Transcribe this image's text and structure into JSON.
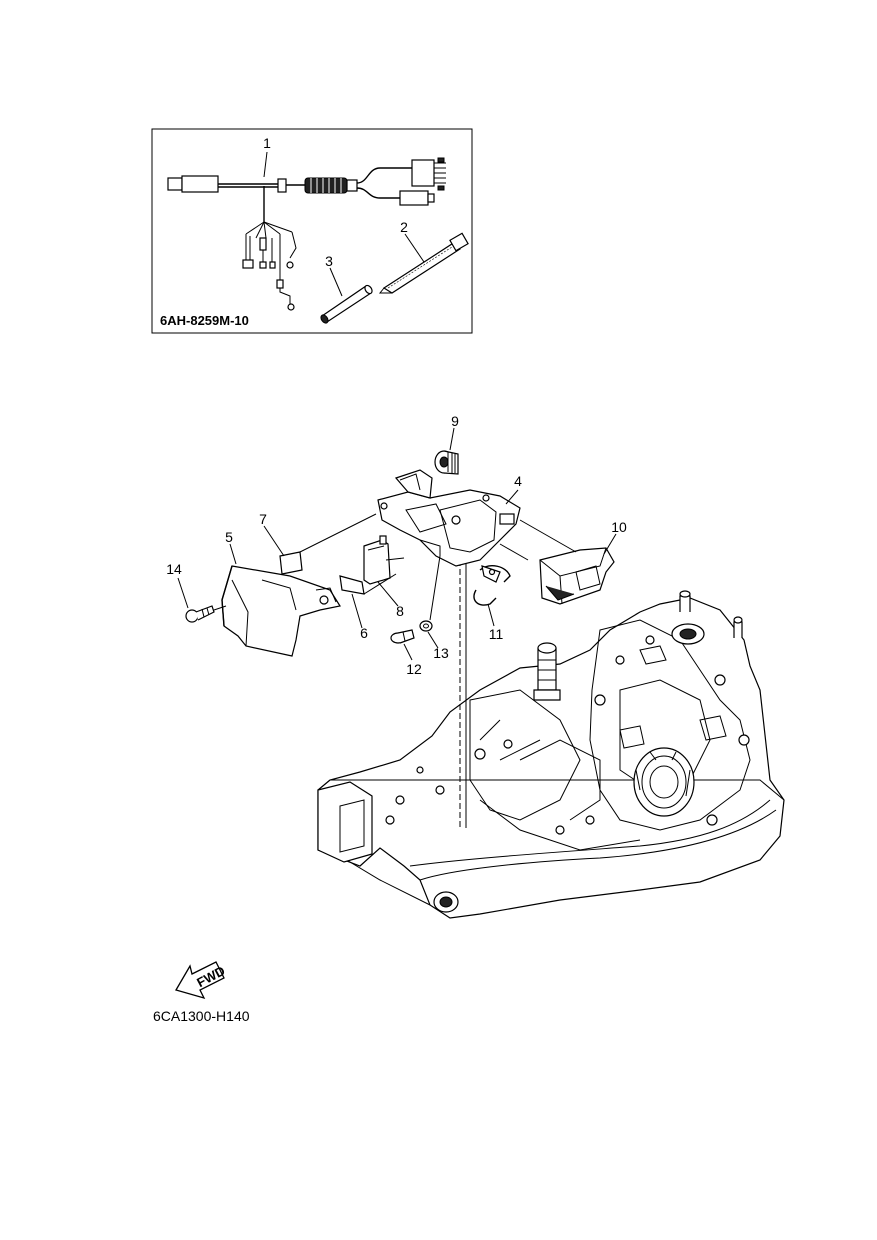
{
  "inset": {
    "code": "6AH-8259M-10",
    "callouts": [
      "1",
      "2",
      "3"
    ]
  },
  "main": {
    "callouts": {
      "c4": "4",
      "c5": "5",
      "c6": "6",
      "c7": "7",
      "c8": "8",
      "c9": "9",
      "c10": "10",
      "c11": "11",
      "c12": "12",
      "c13": "13",
      "c14": "14"
    },
    "fwd_label": "FWD",
    "code": "6CA1300-H140"
  }
}
